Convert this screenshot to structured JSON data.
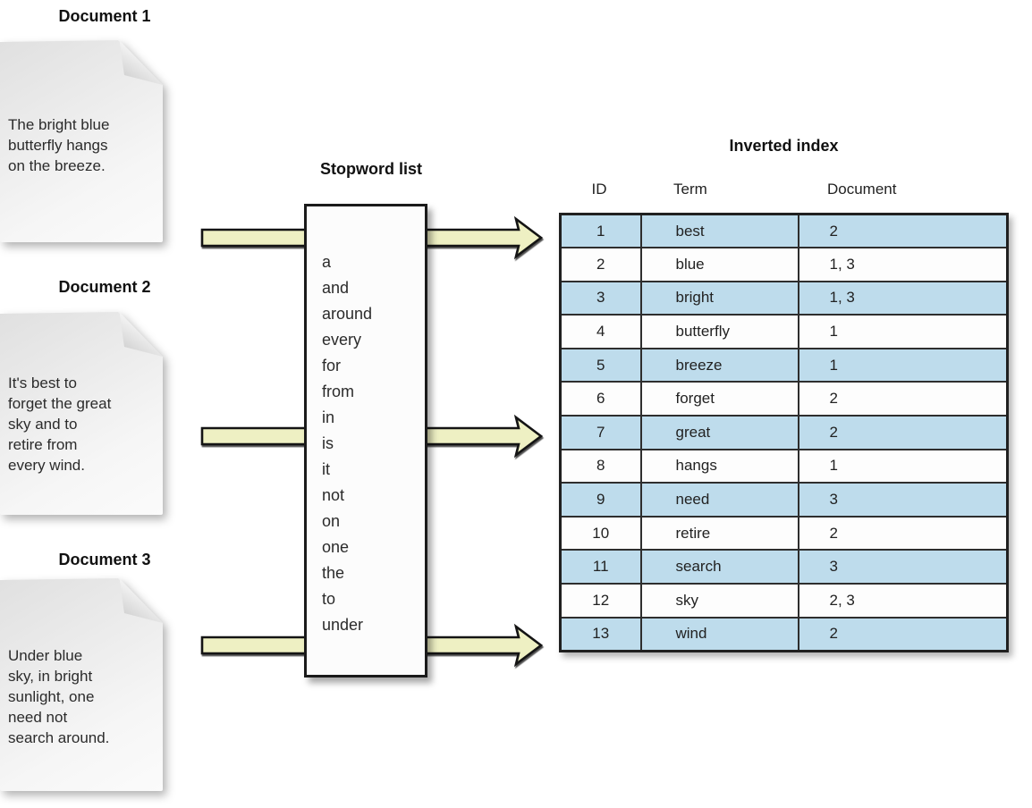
{
  "diagram": {
    "documents": [
      {
        "label": "Document 1",
        "lines": [
          "The bright blue",
          "butterfly hangs",
          "on the breeze."
        ]
      },
      {
        "label": "Document 2",
        "lines": [
          "It's best to",
          "forget the great",
          "sky and to",
          "retire from",
          "every wind."
        ]
      },
      {
        "label": "Document 3",
        "lines": [
          "Under blue",
          "sky, in bright",
          "sunlight, one",
          "need not",
          "search around."
        ]
      }
    ],
    "stopword_list": {
      "title": "Stopword list",
      "words": [
        "a",
        "and",
        "around",
        "every",
        "for",
        "from",
        "in",
        "is",
        "it",
        "not",
        "on",
        "one",
        "the",
        "to",
        "under"
      ]
    },
    "inverted_index": {
      "title": "Inverted index",
      "columns": [
        "ID",
        "Term",
        "Document"
      ],
      "rows": [
        [
          "1",
          "best",
          "2"
        ],
        [
          "2",
          "blue",
          "1, 3"
        ],
        [
          "3",
          "bright",
          "1, 3"
        ],
        [
          "4",
          "butterfly",
          "1"
        ],
        [
          "5",
          "breeze",
          "1"
        ],
        [
          "6",
          "forget",
          "2"
        ],
        [
          "7",
          "great",
          "2"
        ],
        [
          "8",
          "hangs",
          "1"
        ],
        [
          "9",
          "need",
          "3"
        ],
        [
          "10",
          "retire",
          "2"
        ],
        [
          "11",
          "search",
          "3"
        ],
        [
          "12",
          "sky",
          "2, 3"
        ],
        [
          "13",
          "wind",
          "2"
        ]
      ]
    },
    "colors": {
      "row_highlight": "#bedcec",
      "arrow_fill": "#eef0c3",
      "table_border": "#202020"
    }
  }
}
